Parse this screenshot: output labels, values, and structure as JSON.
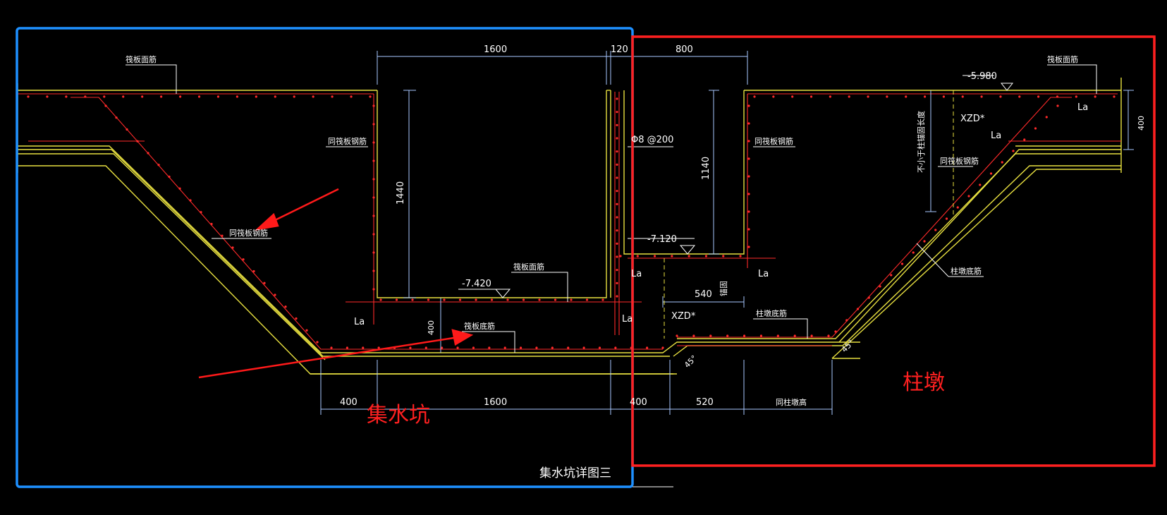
{
  "labels": {
    "raft_top_rebar_left": "筏板面筋",
    "raft_top_rebar_right": "筏板面筋",
    "raft_top_rebar_mid": "筏板面筋",
    "same_raft_rebar_1": "同筏板钢筋",
    "same_raft_rebar_2": "同筏板钢筋",
    "same_raft_rebar_3": "同筏板钢筋",
    "same_raft_rebar_4": "同筏板钢筋",
    "raft_bottom_rebar": "筏板底筋",
    "column_pier_bottom_1": "柱墩底筋",
    "column_pier_bottom_2": "柱墩底筋",
    "stirrup": "Φ8 @200",
    "anchor": "锚固",
    "not_less_than": "不小于柱锚固长度",
    "same_pier_height": "同柱墩高",
    "la": "La",
    "xzd": "XZD*",
    "slope": "45°"
  },
  "dims": {
    "d1600_top": "1600",
    "d120": "120",
    "d800": "800",
    "d1440": "1440",
    "d1140": "1140",
    "d540": "540",
    "d400_left": "400",
    "d400_vert": "400",
    "d400_right": "400",
    "d400_bottom_l": "400",
    "d1600_bottom": "1600",
    "d400_bottom_r": "400",
    "d520": "520"
  },
  "elevations": {
    "e5980": "-5.980",
    "e7120": "-7.120",
    "e7420": "-7.420"
  },
  "titles": {
    "sump_label": "集水坑",
    "pier_label": "柱墩",
    "drawing_title": "集水坑详图三"
  },
  "colors": {
    "sump_frame": "#1e90ff",
    "pier_frame": "#ff2020",
    "concrete_line": "#e8e040",
    "rebar": "#ff2a2a",
    "dimension": "#a8c8ff",
    "arrow": "#ff1a1a"
  }
}
